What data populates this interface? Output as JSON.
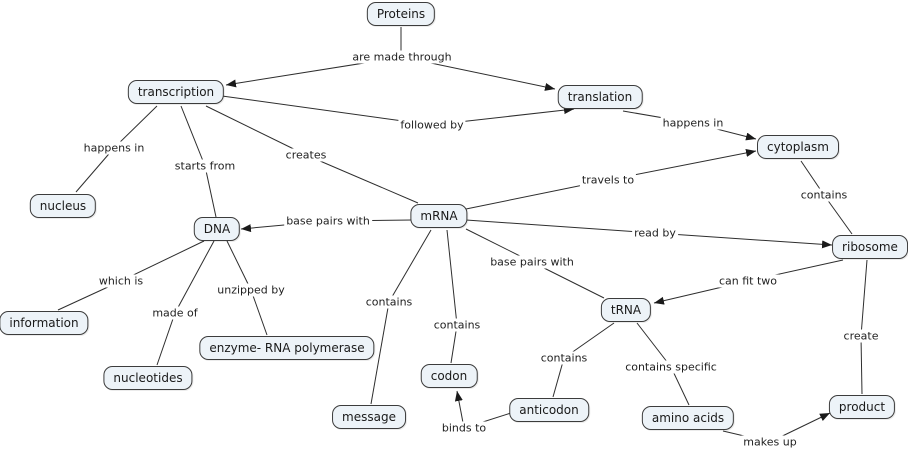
{
  "diagram_type": "concept-map",
  "topic": "protein synthesis",
  "colors": {
    "background": "#ffffff",
    "node_fill": "#edf3f8",
    "node_border": "#3c3c3c",
    "line": "#2e2e2e",
    "text": "#1a1a1a"
  },
  "nodes": {
    "proteins": {
      "label": "Proteins"
    },
    "transcription": {
      "label": "transcription"
    },
    "translation": {
      "label": "translation"
    },
    "cytoplasm": {
      "label": "cytoplasm"
    },
    "nucleus": {
      "label": "nucleus"
    },
    "dna": {
      "label": "DNA"
    },
    "mrna": {
      "label": "mRNA"
    },
    "ribosome": {
      "label": "ribosome"
    },
    "information": {
      "label": "information"
    },
    "nucleotides": {
      "label": "nucleotides"
    },
    "enzyme_rna_polymerase": {
      "label": "enzyme- RNA polymerase"
    },
    "message": {
      "label": "message"
    },
    "codon": {
      "label": "codon"
    },
    "anticodon": {
      "label": "anticodon"
    },
    "trna": {
      "label": "tRNA"
    },
    "amino_acids": {
      "label": "amino acids"
    },
    "product": {
      "label": "product"
    }
  },
  "edges": [
    {
      "from": "Proteins",
      "label": "are made through",
      "to": [
        "transcription",
        "translation"
      ],
      "arrowheads": true
    },
    {
      "from": "transcription",
      "label": "followed by",
      "to": [
        "translation"
      ],
      "arrowheads": true
    },
    {
      "from": "translation",
      "label": "happens in",
      "to": [
        "cytoplasm"
      ],
      "arrowheads": true
    },
    {
      "from": "transcription",
      "label": "happens in",
      "to": [
        "nucleus"
      ],
      "arrowheads": false
    },
    {
      "from": "transcription",
      "label": "starts from",
      "to": [
        "DNA"
      ],
      "arrowheads": false
    },
    {
      "from": "transcription",
      "label": "creates",
      "to": [
        "mRNA"
      ],
      "arrowheads": false
    },
    {
      "from": "mRNA",
      "label": "base pairs with",
      "to": [
        "DNA"
      ],
      "arrowheads": true
    },
    {
      "from": "mRNA",
      "label": "travels to",
      "to": [
        "cytoplasm"
      ],
      "arrowheads": true
    },
    {
      "from": "mRNA",
      "label": "read by",
      "to": [
        "ribosome"
      ],
      "arrowheads": true
    },
    {
      "from": "mRNA",
      "label": "base pairs with",
      "to": [
        "tRNA"
      ],
      "arrowheads": false
    },
    {
      "from": "mRNA",
      "label": "contains",
      "to": [
        "message"
      ],
      "arrowheads": false
    },
    {
      "from": "mRNA",
      "label": "contains",
      "to": [
        "codon"
      ],
      "arrowheads": false
    },
    {
      "from": "DNA",
      "label": "which is",
      "to": [
        "information"
      ],
      "arrowheads": false
    },
    {
      "from": "DNA",
      "label": "made of",
      "to": [
        "nucleotides"
      ],
      "arrowheads": false
    },
    {
      "from": "DNA",
      "label": "unzipped by",
      "to": [
        "enzyme- RNA polymerase"
      ],
      "arrowheads": false
    },
    {
      "from": "cytoplasm",
      "label": "contains",
      "to": [
        "ribosome"
      ],
      "arrowheads": false
    },
    {
      "from": "ribosome",
      "label": "can fit two",
      "to": [
        "tRNA"
      ],
      "arrowheads": true
    },
    {
      "from": "ribosome",
      "label": "create",
      "to": [
        "product"
      ],
      "arrowheads": false
    },
    {
      "from": "tRNA",
      "label": "contains",
      "to": [
        "anticodon"
      ],
      "arrowheads": false
    },
    {
      "from": "tRNA",
      "label": "contains specific",
      "to": [
        "amino acids"
      ],
      "arrowheads": false
    },
    {
      "from": "anticodon",
      "label": "binds to",
      "to": [
        "codon"
      ],
      "arrowheads": true
    },
    {
      "from": "amino acids",
      "label": "makes up",
      "to": [
        "product"
      ],
      "arrowheads": true
    }
  ]
}
